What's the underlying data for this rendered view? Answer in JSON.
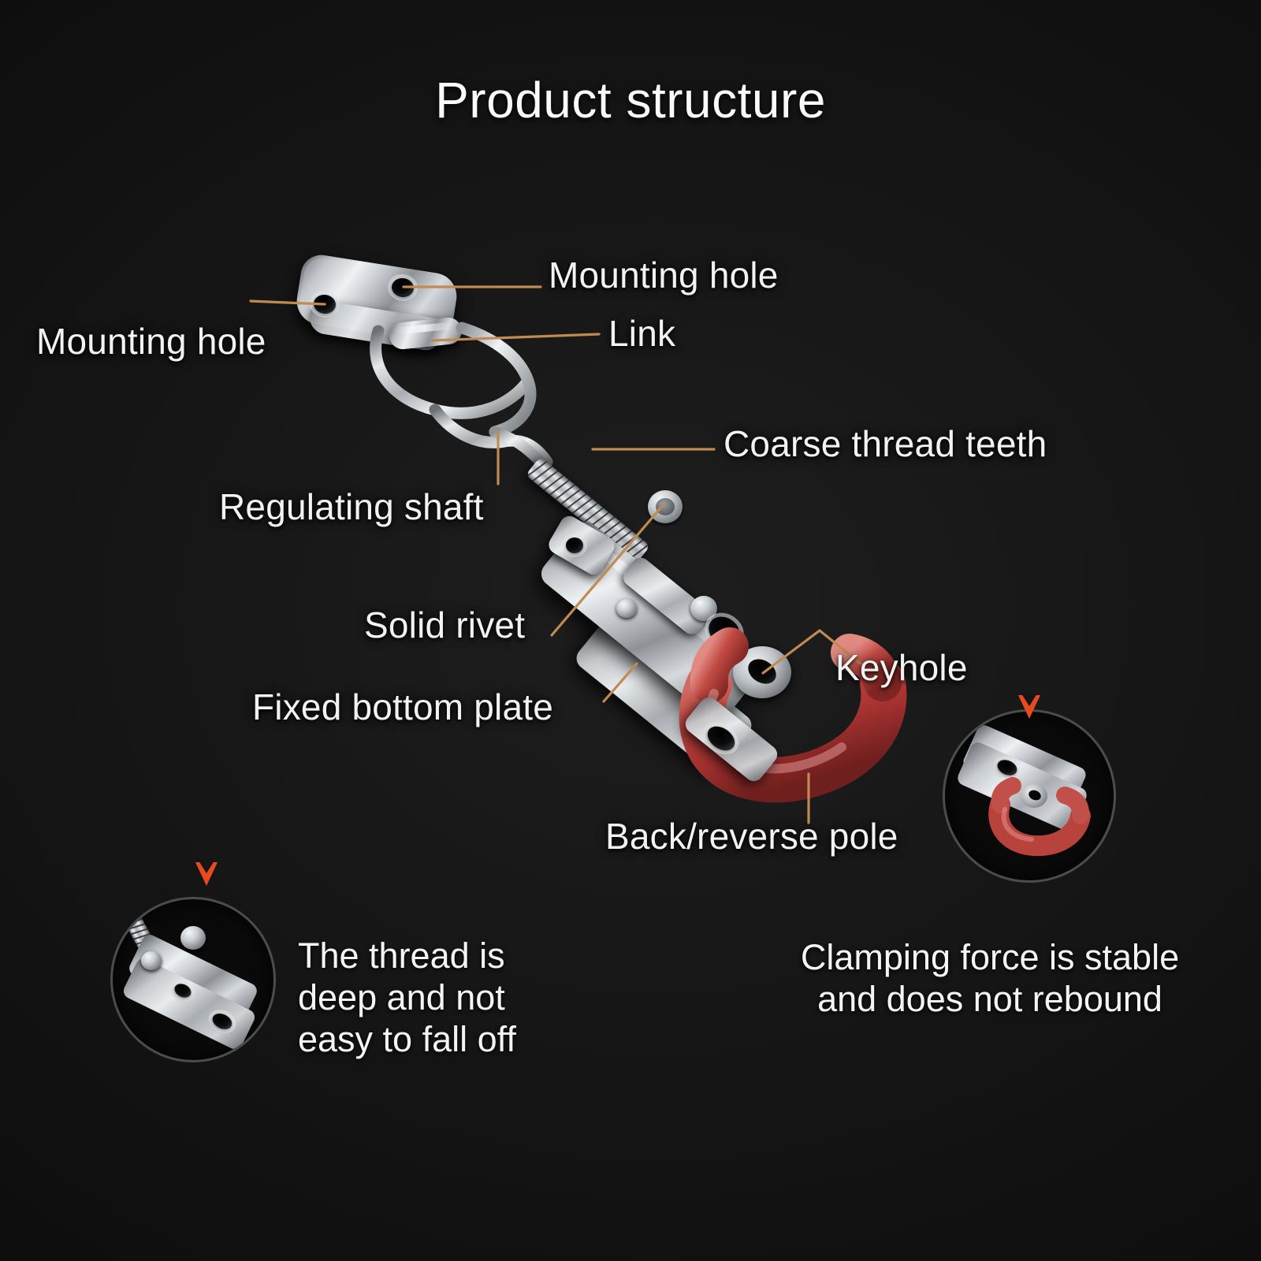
{
  "page": {
    "title": "Product structure",
    "background_color": "#151515",
    "text_color": "#f2f2f2",
    "leader_line_color": "#c08a52",
    "arrow_marker_color": "#e8491e",
    "accent_red": "#bb3c37"
  },
  "labels": [
    {
      "id": "mounting-hole-left",
      "text": "Mounting hole"
    },
    {
      "id": "mounting-hole-right",
      "text": "Mounting hole"
    },
    {
      "id": "link",
      "text": "Link"
    },
    {
      "id": "coarse-thread-teeth",
      "text": "Coarse thread teeth"
    },
    {
      "id": "regulating-shaft",
      "text": "Regulating shaft"
    },
    {
      "id": "solid-rivet",
      "text": "Solid rivet"
    },
    {
      "id": "fixed-bottom-plate",
      "text": "Fixed bottom plate"
    },
    {
      "id": "keyhole",
      "text": "Keyhole"
    },
    {
      "id": "back-reverse-pole",
      "text": "Back/reverse pole"
    }
  ],
  "callouts": [
    {
      "id": "thread-detail",
      "line1": "The thread is",
      "line2": "deep and not",
      "line3": "easy to fall off",
      "marker": "down-arrow-icon"
    },
    {
      "id": "clamping-detail",
      "line1": "Clamping force is stable",
      "line2": "and does not rebound",
      "marker": "down-arrow-icon"
    }
  ],
  "product": {
    "name": "adjustable toggle latch clamp",
    "parts": [
      "mounting plate",
      "wire link",
      "regulating threaded shaft",
      "fixed bottom plate",
      "lever arm",
      "solid rivets",
      "keyhole",
      "red coated back/reverse pole"
    ]
  }
}
